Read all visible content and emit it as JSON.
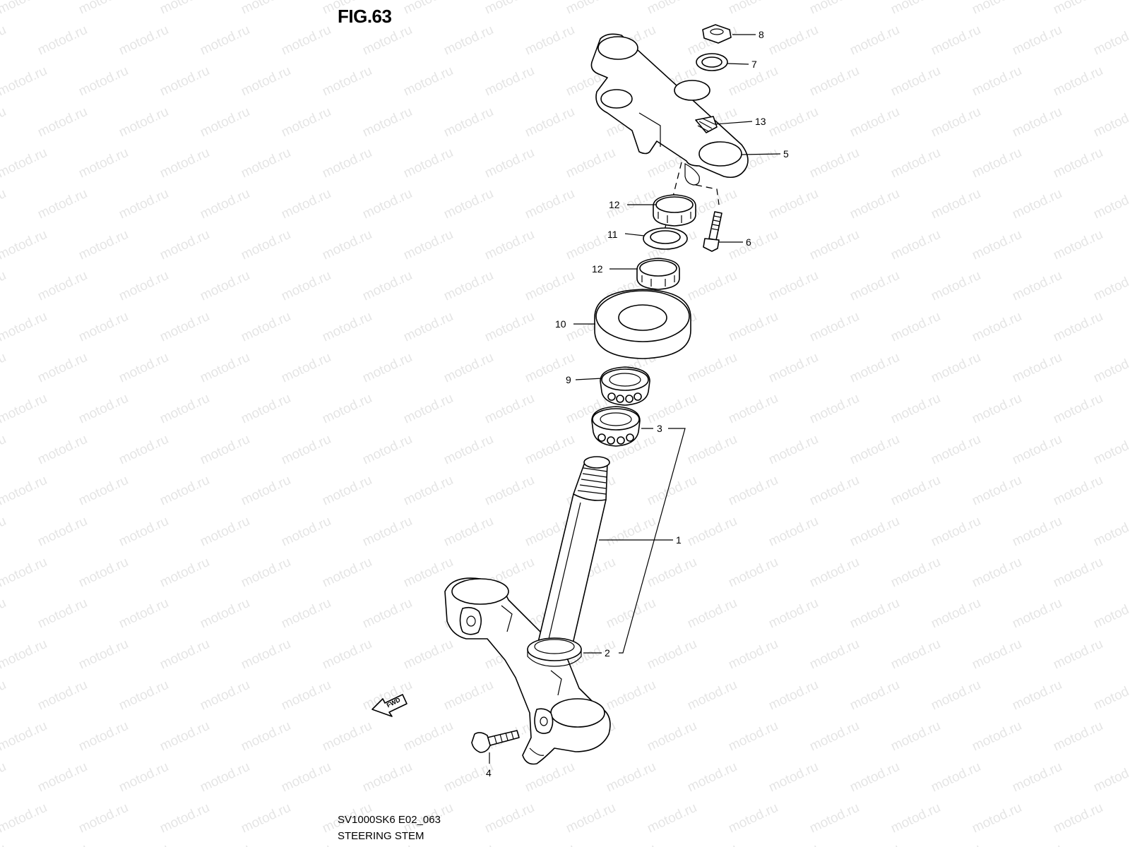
{
  "figure": {
    "title": "FIG.63"
  },
  "caption": {
    "code": "SV1000SK6 E02_063",
    "name": "STEERING STEM"
  },
  "watermark": {
    "text": "motod.ru"
  },
  "fwd_label": "FWD",
  "callouts": [
    "1",
    "2",
    "3",
    "4",
    "5",
    "6",
    "7",
    "8",
    "9",
    "10",
    "11",
    "12",
    "12",
    "13"
  ],
  "icons": [
    "fwd-arrow-icon"
  ],
  "colors": {
    "line": "#000000",
    "background": "#ffffff"
  }
}
